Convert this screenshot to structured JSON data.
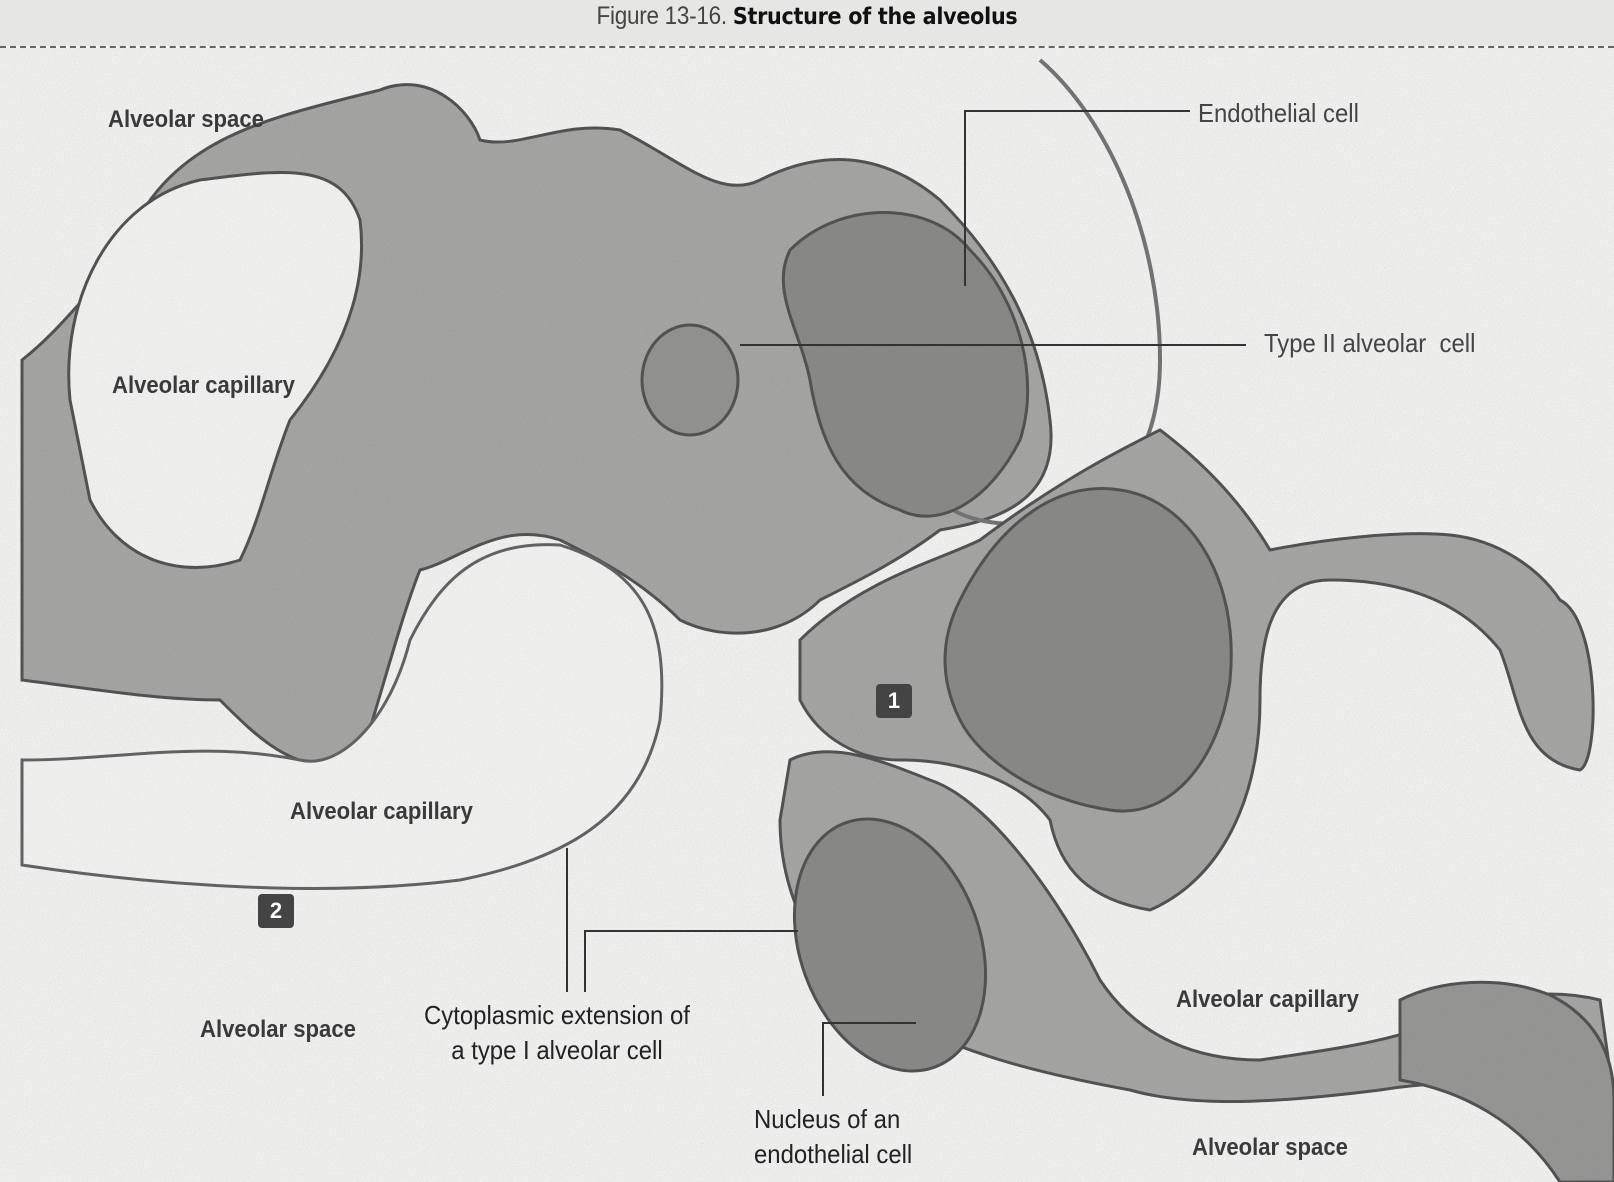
{
  "figure": {
    "number": "Figure 13-16.",
    "title": "Structure of the alveolus"
  },
  "regions": {
    "alveolar_space_top_left": "Alveolar space",
    "alveolar_capillary_left": "Alveolar capillary",
    "alveolar_capillary_center": "Alveolar capillary",
    "alveolar_space_bottom_left": "Alveolar space",
    "alveolar_capillary_right": "Alveolar capillary",
    "alveolar_space_bottom_right": "Alveolar space"
  },
  "callouts": {
    "endothelial_cell": "Endothelial cell",
    "type2_cell": "Type II alveolar  cell",
    "cyto_ext_line1": "Cytoplasmic extension of",
    "cyto_ext_line2": "a type I alveolar cell",
    "nucleus_line1": "Nucleus of an",
    "nucleus_line2": "endothelial cell"
  },
  "markers": {
    "m1": "1",
    "m2": "2"
  },
  "colors": {
    "tissue": "#a9a9a7",
    "nucleus": "#8d8d8b",
    "outline": "#555555",
    "background": "#f7f7f6"
  }
}
